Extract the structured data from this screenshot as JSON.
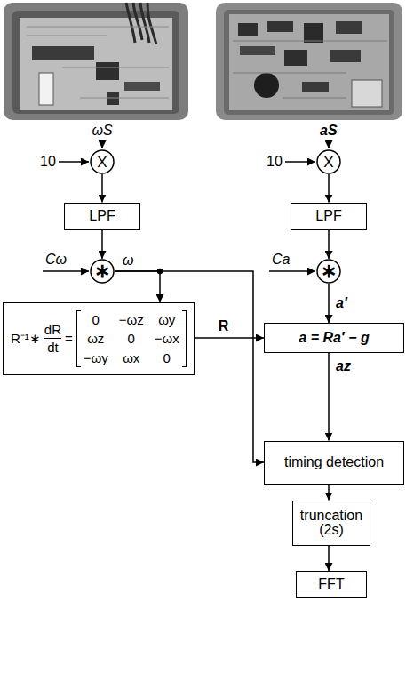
{
  "diagram": {
    "nodes": [
      {
        "text": [
          "X"
        ]
      },
      {
        "text": [
          "LPF"
        ]
      },
      {
        "text": [
          "∗"
        ]
      },
      {
        "text": [
          "R⁻¹∗",
          "dR",
          "dt",
          "=",
          "0",
          "−ωz",
          "ωy",
          "ωz",
          "0",
          "−ωx",
          "−ωy",
          "ωx",
          "0"
        ]
      },
      {
        "text": [
          "X"
        ]
      },
      {
        "text": [
          "LPF"
        ]
      },
      {
        "text": [
          "∗"
        ]
      },
      {
        "text": [
          "a = Ra′ − g"
        ]
      },
      {
        "text": [
          "timing detection"
        ]
      },
      {
        "text": [
          "truncation (2s)"
        ]
      },
      {
        "text": [
          "FFT"
        ]
      }
    ],
    "edges": [
      {
        "from": 0,
        "to": 1,
        "arrow": "to"
      },
      {
        "from": 1,
        "to": 2,
        "arrow": "to"
      },
      {
        "from": 2,
        "to": 3,
        "arrow": "to"
      },
      {
        "from": 2,
        "to": 8,
        "arrow": "to"
      },
      {
        "from": 3,
        "to": 7,
        "label": "R",
        "arrow": "to"
      },
      {
        "from": 4,
        "to": 5,
        "arrow": "to"
      },
      {
        "from": 5,
        "to": 6,
        "arrow": "to"
      },
      {
        "from": 6,
        "to": 7,
        "label": "a′",
        "arrow": "to"
      },
      {
        "from": 7,
        "to": 8,
        "label": "az",
        "arrow": "to"
      },
      {
        "from": 8,
        "to": 9,
        "arrow": "to"
      },
      {
        "from": 9,
        "to": 10,
        "arrow": "to"
      }
    ],
    "labels": [
      "ωS",
      "10",
      "Cω",
      "ω",
      "aS",
      "10",
      "Ca"
    ]
  }
}
